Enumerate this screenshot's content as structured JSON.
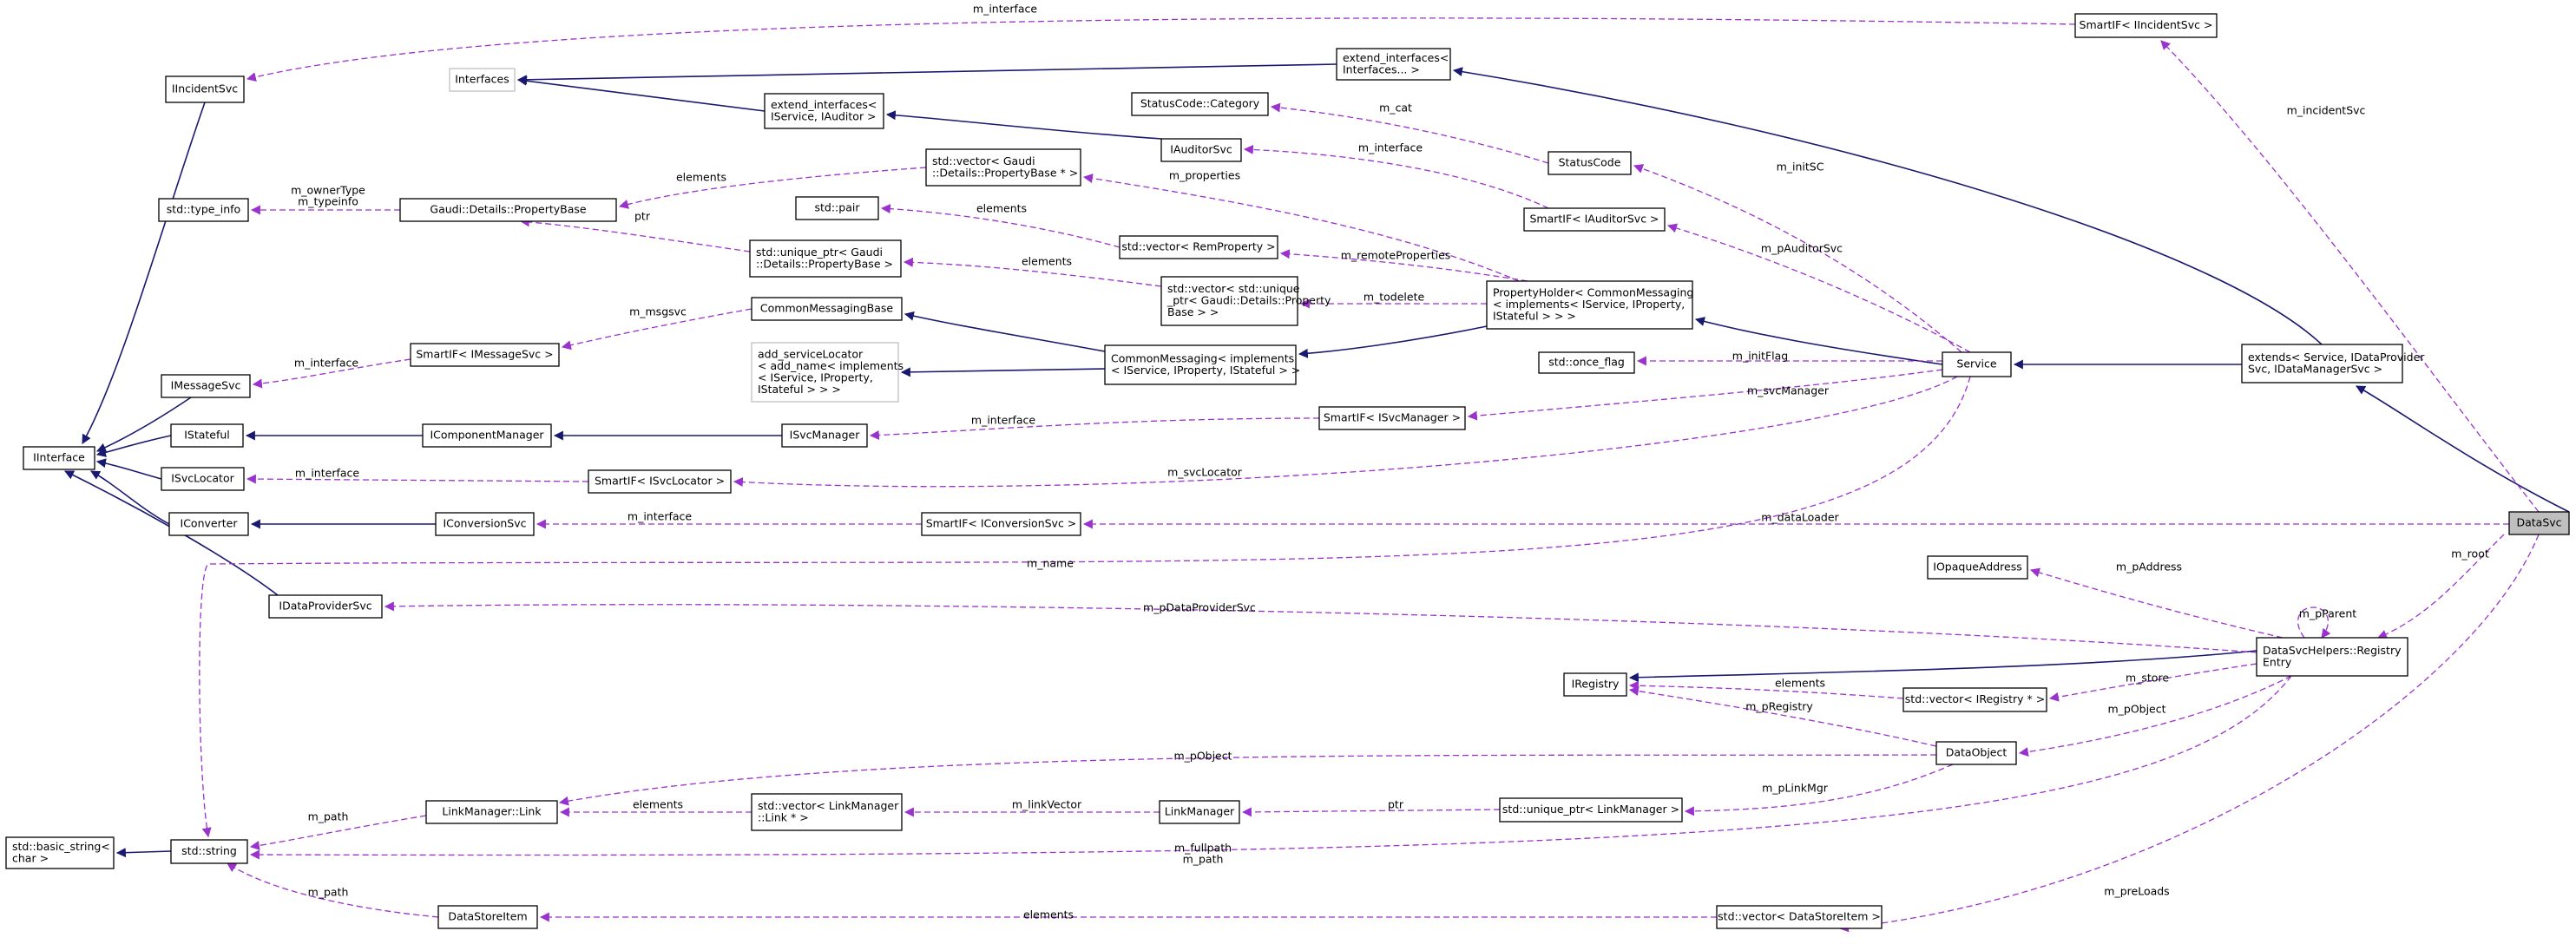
{
  "nodes": [
    {
      "id": "iincident",
      "lines": [
        "IIncidentSvc"
      ]
    },
    {
      "id": "interfaces",
      "lines": [
        "Interfaces"
      ]
    },
    {
      "id": "extif_ellip",
      "lines": [
        "extend_interfaces<",
        "Interfaces... >"
      ]
    },
    {
      "id": "smartif_inc",
      "lines": [
        "SmartIF< IIncidentSvc >"
      ]
    },
    {
      "id": "extif_isvc",
      "lines": [
        "extend_interfaces<",
        "IService, IAuditor >"
      ]
    },
    {
      "id": "iauditorsvc",
      "lines": [
        "IAuditorSvc"
      ]
    },
    {
      "id": "statuscat",
      "lines": [
        "StatusCode::Category"
      ]
    },
    {
      "id": "statuscode",
      "lines": [
        "StatusCode"
      ]
    },
    {
      "id": "typeinfo",
      "lines": [
        "std::type_info"
      ]
    },
    {
      "id": "propbase",
      "lines": [
        "Gaudi::Details::PropertyBase"
      ]
    },
    {
      "id": "vecpropbase",
      "lines": [
        "std::vector< Gaudi",
        "::Details::PropertyBase * >"
      ]
    },
    {
      "id": "stdpair",
      "lines": [
        "std::pair"
      ]
    },
    {
      "id": "vecremprop",
      "lines": [
        "std::vector< RemProperty >"
      ]
    },
    {
      "id": "smartif_aud",
      "lines": [
        "SmartIF< IAuditorSvc >"
      ]
    },
    {
      "id": "uniqpropbase",
      "lines": [
        "std::unique_ptr< Gaudi",
        "::Details::PropertyBase >"
      ]
    },
    {
      "id": "vecuniq",
      "lines": [
        "std::vector< std::unique",
        "_ptr< Gaudi::Details::Property",
        "Base > >"
      ]
    },
    {
      "id": "propholder",
      "lines": [
        "PropertyHolder< CommonMessaging",
        "< implements< IService, IProperty,",
        "IStateful > > >"
      ]
    },
    {
      "id": "cmbase",
      "lines": [
        "CommonMessagingBase"
      ]
    },
    {
      "id": "smartif_msg",
      "lines": [
        "SmartIF< IMessageSvc >"
      ]
    },
    {
      "id": "addsvcloc",
      "lines": [
        "add_serviceLocator",
        "< add_name< implements",
        "< IService, IProperty,",
        "IStateful > > >"
      ]
    },
    {
      "id": "cmimpl",
      "lines": [
        "CommonMessaging< implements",
        "< IService, IProperty, IStateful > >"
      ]
    },
    {
      "id": "oncflag",
      "lines": [
        "std::once_flag"
      ]
    },
    {
      "id": "service",
      "lines": [
        "Service"
      ]
    },
    {
      "id": "extends",
      "lines": [
        "extends< Service, IDataProvider",
        "Svc, IDataManagerSvc >"
      ]
    },
    {
      "id": "imessagesvc",
      "lines": [
        "IMessageSvc"
      ]
    },
    {
      "id": "iinterface",
      "lines": [
        "IInterface"
      ]
    },
    {
      "id": "istateful",
      "lines": [
        "IStateful"
      ]
    },
    {
      "id": "icompmgr",
      "lines": [
        "IComponentManager"
      ]
    },
    {
      "id": "isvcmgr",
      "lines": [
        "ISvcManager"
      ]
    },
    {
      "id": "smartif_svcmgr",
      "lines": [
        "SmartIF< ISvcManager >"
      ]
    },
    {
      "id": "isvcloc",
      "lines": [
        "ISvcLocator"
      ]
    },
    {
      "id": "smartif_svcloc",
      "lines": [
        "SmartIF< ISvcLocator >"
      ]
    },
    {
      "id": "iconverter",
      "lines": [
        "IConverter"
      ]
    },
    {
      "id": "iconvsvc",
      "lines": [
        "IConversionSvc"
      ]
    },
    {
      "id": "smartif_conv",
      "lines": [
        "SmartIF< IConversionSvc >"
      ]
    },
    {
      "id": "datasvc",
      "lines": [
        "DataSvc"
      ]
    },
    {
      "id": "iopaque",
      "lines": [
        "IOpaqueAddress"
      ]
    },
    {
      "id": "idataprov",
      "lines": [
        "IDataProviderSvc"
      ]
    },
    {
      "id": "regentry",
      "lines": [
        "DataSvcHelpers::Registry",
        "Entry"
      ]
    },
    {
      "id": "iregistry",
      "lines": [
        "IRegistry"
      ]
    },
    {
      "id": "vecireg",
      "lines": [
        "std::vector< IRegistry * >"
      ]
    },
    {
      "id": "dataobject",
      "lines": [
        "DataObject"
      ]
    },
    {
      "id": "basicstring",
      "lines": [
        "std::basic_string<",
        "char >"
      ]
    },
    {
      "id": "stdstring",
      "lines": [
        "std::string"
      ]
    },
    {
      "id": "linkmgrlink",
      "lines": [
        "LinkManager::Link"
      ]
    },
    {
      "id": "veclink",
      "lines": [
        "std::vector< LinkManager",
        "::Link * >"
      ]
    },
    {
      "id": "linkmgr",
      "lines": [
        "LinkManager"
      ]
    },
    {
      "id": "uniqlinkmgr",
      "lines": [
        "std::unique_ptr< LinkManager >"
      ]
    },
    {
      "id": "datastoreitem",
      "lines": [
        "DataStoreItem"
      ]
    },
    {
      "id": "vecdsi",
      "lines": [
        "std::vector< DataStoreItem >"
      ]
    }
  ],
  "edges": [
    {
      "id": "inc-m_interface",
      "labels": [
        "m_interface"
      ]
    },
    {
      "id": "inc-m_incidentSvc",
      "labels": [
        "m_incidentSvc"
      ]
    },
    {
      "id": "cat-m_cat",
      "labels": [
        "m_cat"
      ]
    },
    {
      "id": "aud-m_interface",
      "labels": [
        "m_interface"
      ]
    },
    {
      "id": "sc-m_initSC",
      "labels": [
        "m_initSC"
      ]
    },
    {
      "id": "typeinfo-owner",
      "labels": [
        "m_ownerType",
        "m_typeinfo"
      ]
    },
    {
      "id": "propbase-elements",
      "labels": [
        "elements"
      ]
    },
    {
      "id": "props-m_properties",
      "labels": [
        "m_properties"
      ]
    },
    {
      "id": "pair-elements",
      "labels": [
        "elements"
      ]
    },
    {
      "id": "rem-m_remoteProperties",
      "labels": [
        "m_remoteProperties"
      ]
    },
    {
      "id": "smartaud-m_pAuditorSvc",
      "labels": [
        "m_pAuditorSvc"
      ]
    },
    {
      "id": "uniq-ptr",
      "labels": [
        "ptr"
      ]
    },
    {
      "id": "uniq-elements",
      "labels": [
        "elements"
      ]
    },
    {
      "id": "todel-m_todelete",
      "labels": [
        "m_todelete"
      ]
    },
    {
      "id": "cmb-m_msgsvc",
      "labels": [
        "m_msgsvc"
      ]
    },
    {
      "id": "msg-m_interface",
      "labels": [
        "m_interface"
      ]
    },
    {
      "id": "once-m_initFlag",
      "labels": [
        "m_initFlag"
      ]
    },
    {
      "id": "svcmgr-m_interface",
      "labels": [
        "m_interface"
      ]
    },
    {
      "id": "svcmgr-m_svcManager",
      "labels": [
        "m_svcManager"
      ]
    },
    {
      "id": "svcloc-m_interface",
      "labels": [
        "m_interface"
      ]
    },
    {
      "id": "svcloc-m_svcLocator",
      "labels": [
        "m_svcLocator"
      ]
    },
    {
      "id": "conv-m_interface",
      "labels": [
        "m_interface"
      ]
    },
    {
      "id": "conv-m_dataLoader",
      "labels": [
        "m_dataLoader"
      ]
    },
    {
      "id": "string-m_name",
      "labels": [
        "m_name"
      ]
    },
    {
      "id": "reg-m_root",
      "labels": [
        "m_root"
      ]
    },
    {
      "id": "opaque-m_pAddress",
      "labels": [
        "m_pAddress"
      ]
    },
    {
      "id": "reg-m_pParent",
      "labels": [
        "m_pParent"
      ]
    },
    {
      "id": "dp-m_pDataProviderSvc",
      "labels": [
        "m_pDataProviderSvc"
      ]
    },
    {
      "id": "ireg-elements",
      "labels": [
        "elements"
      ]
    },
    {
      "id": "vecireg-m_store",
      "labels": [
        "m_store"
      ]
    },
    {
      "id": "do-m_pRegistry",
      "labels": [
        "m_pRegistry"
      ]
    },
    {
      "id": "do-m_pObject1",
      "labels": [
        "m_pObject"
      ]
    },
    {
      "id": "do-m_pObject2",
      "labels": [
        "m_pObject"
      ]
    },
    {
      "id": "link-m_path",
      "labels": [
        "m_path"
      ]
    },
    {
      "id": "link-elements",
      "labels": [
        "elements"
      ]
    },
    {
      "id": "veclink-m_linkVector",
      "labels": [
        "m_linkVector"
      ]
    },
    {
      "id": "lm-ptr",
      "labels": [
        "ptr"
      ]
    },
    {
      "id": "ulm-m_pLinkMgr",
      "labels": [
        "m_pLinkMgr"
      ]
    },
    {
      "id": "str-fullpath",
      "labels": [
        "m_fullpath",
        "m_path"
      ]
    },
    {
      "id": "dsi-m_path",
      "labels": [
        "m_path"
      ]
    },
    {
      "id": "dsi-elements",
      "labels": [
        "elements"
      ]
    },
    {
      "id": "vecdsi-m_preLoads",
      "labels": [
        "m_preLoads"
      ]
    }
  ],
  "colors": {
    "inheritance": "#191970",
    "usage": "#9a32cd",
    "focus_fill": "#bfbfbf",
    "grey_border": "#bfbfbf"
  }
}
